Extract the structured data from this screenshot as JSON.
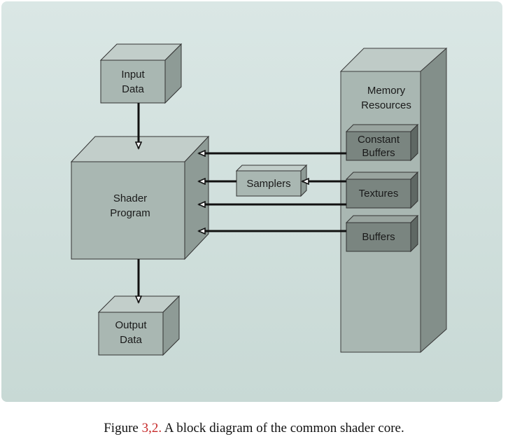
{
  "diagram": {
    "input_box": {
      "line1": "Input",
      "line2": "Data"
    },
    "shader_box": {
      "line1": "Shader",
      "line2": "Program"
    },
    "output_box": {
      "line1": "Output",
      "line2": "Data"
    },
    "samplers_box": {
      "label": "Samplers"
    },
    "memory_column": {
      "line1": "Memory",
      "line2": "Resources"
    },
    "constant_buffers_box": {
      "line1": "Constant",
      "line2": "Buffers"
    },
    "textures_box": {
      "label": "Textures"
    },
    "buffers_box": {
      "label": "Buffers"
    }
  },
  "caption": {
    "prefix": "Figure ",
    "number": "3,2.",
    "text": " A block diagram of the common shader core."
  },
  "colors": {
    "panel_background": "#d4e2df",
    "box_front": "#a9b7b2",
    "box_side": "#8e9b96",
    "box_top": "#c2ceca",
    "resource_front": "#77817c",
    "arrow": "#111111",
    "figure_number": "#c62828"
  }
}
